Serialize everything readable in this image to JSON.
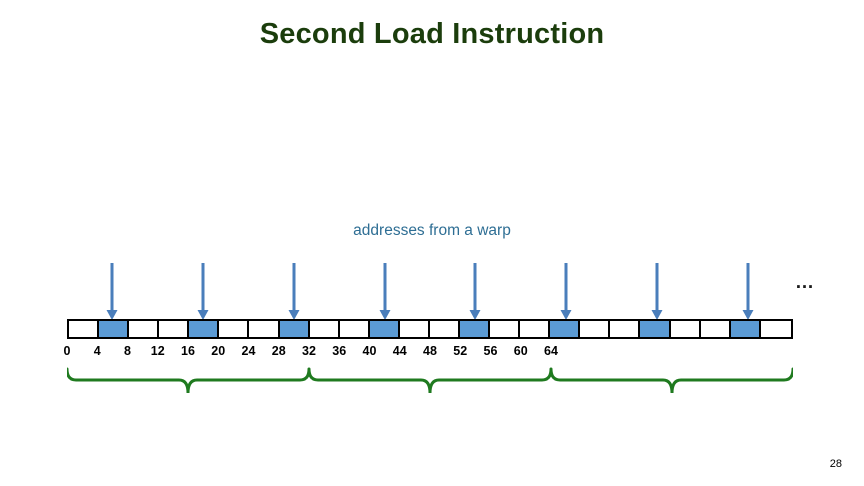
{
  "slide": {
    "title": "Second Load Instruction",
    "page_number": "28",
    "title_color": "#1B3D0C",
    "background_color": "#FFFFFF"
  },
  "diagram": {
    "warp_label": "addresses from a warp",
    "warp_label_color": "#2E6E94",
    "ellipsis": "…",
    "cell_blue_color": "#5B9BD5",
    "cell_white_color": "#FFFFFF",
    "cell_border_color": "#000000",
    "arrow_color": "#4A7EBB",
    "brace_color": "#1F7A1F",
    "cell_count": 24,
    "blue_cell_indices": [
      1,
      4,
      7,
      10,
      13,
      16,
      19,
      22
    ],
    "arrow_count": 8,
    "brace_count": 3,
    "tick_labels": [
      "0",
      "4",
      "8",
      "12",
      "16",
      "20",
      "24",
      "28",
      "32",
      "36",
      "40",
      "44",
      "48",
      "52",
      "56",
      "60",
      "64"
    ]
  }
}
